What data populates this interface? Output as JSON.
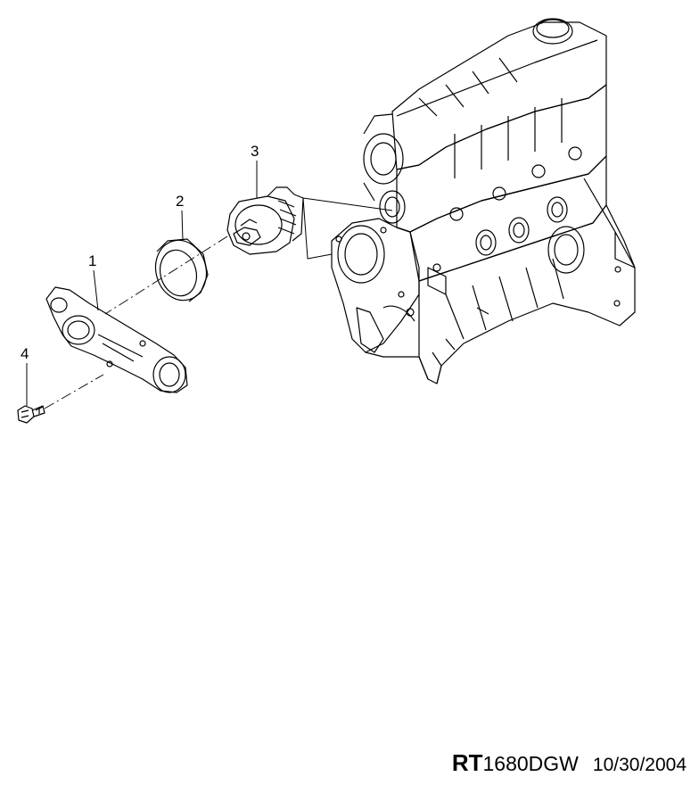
{
  "callouts": {
    "c1": "1",
    "c2": "2",
    "c3": "3",
    "c4": "4"
  },
  "footer": {
    "code_prefix": "RT",
    "code_rest": "1680DGW",
    "date": "10/30/2004"
  },
  "colors": {
    "line": "#000000",
    "background": "#ffffff"
  }
}
